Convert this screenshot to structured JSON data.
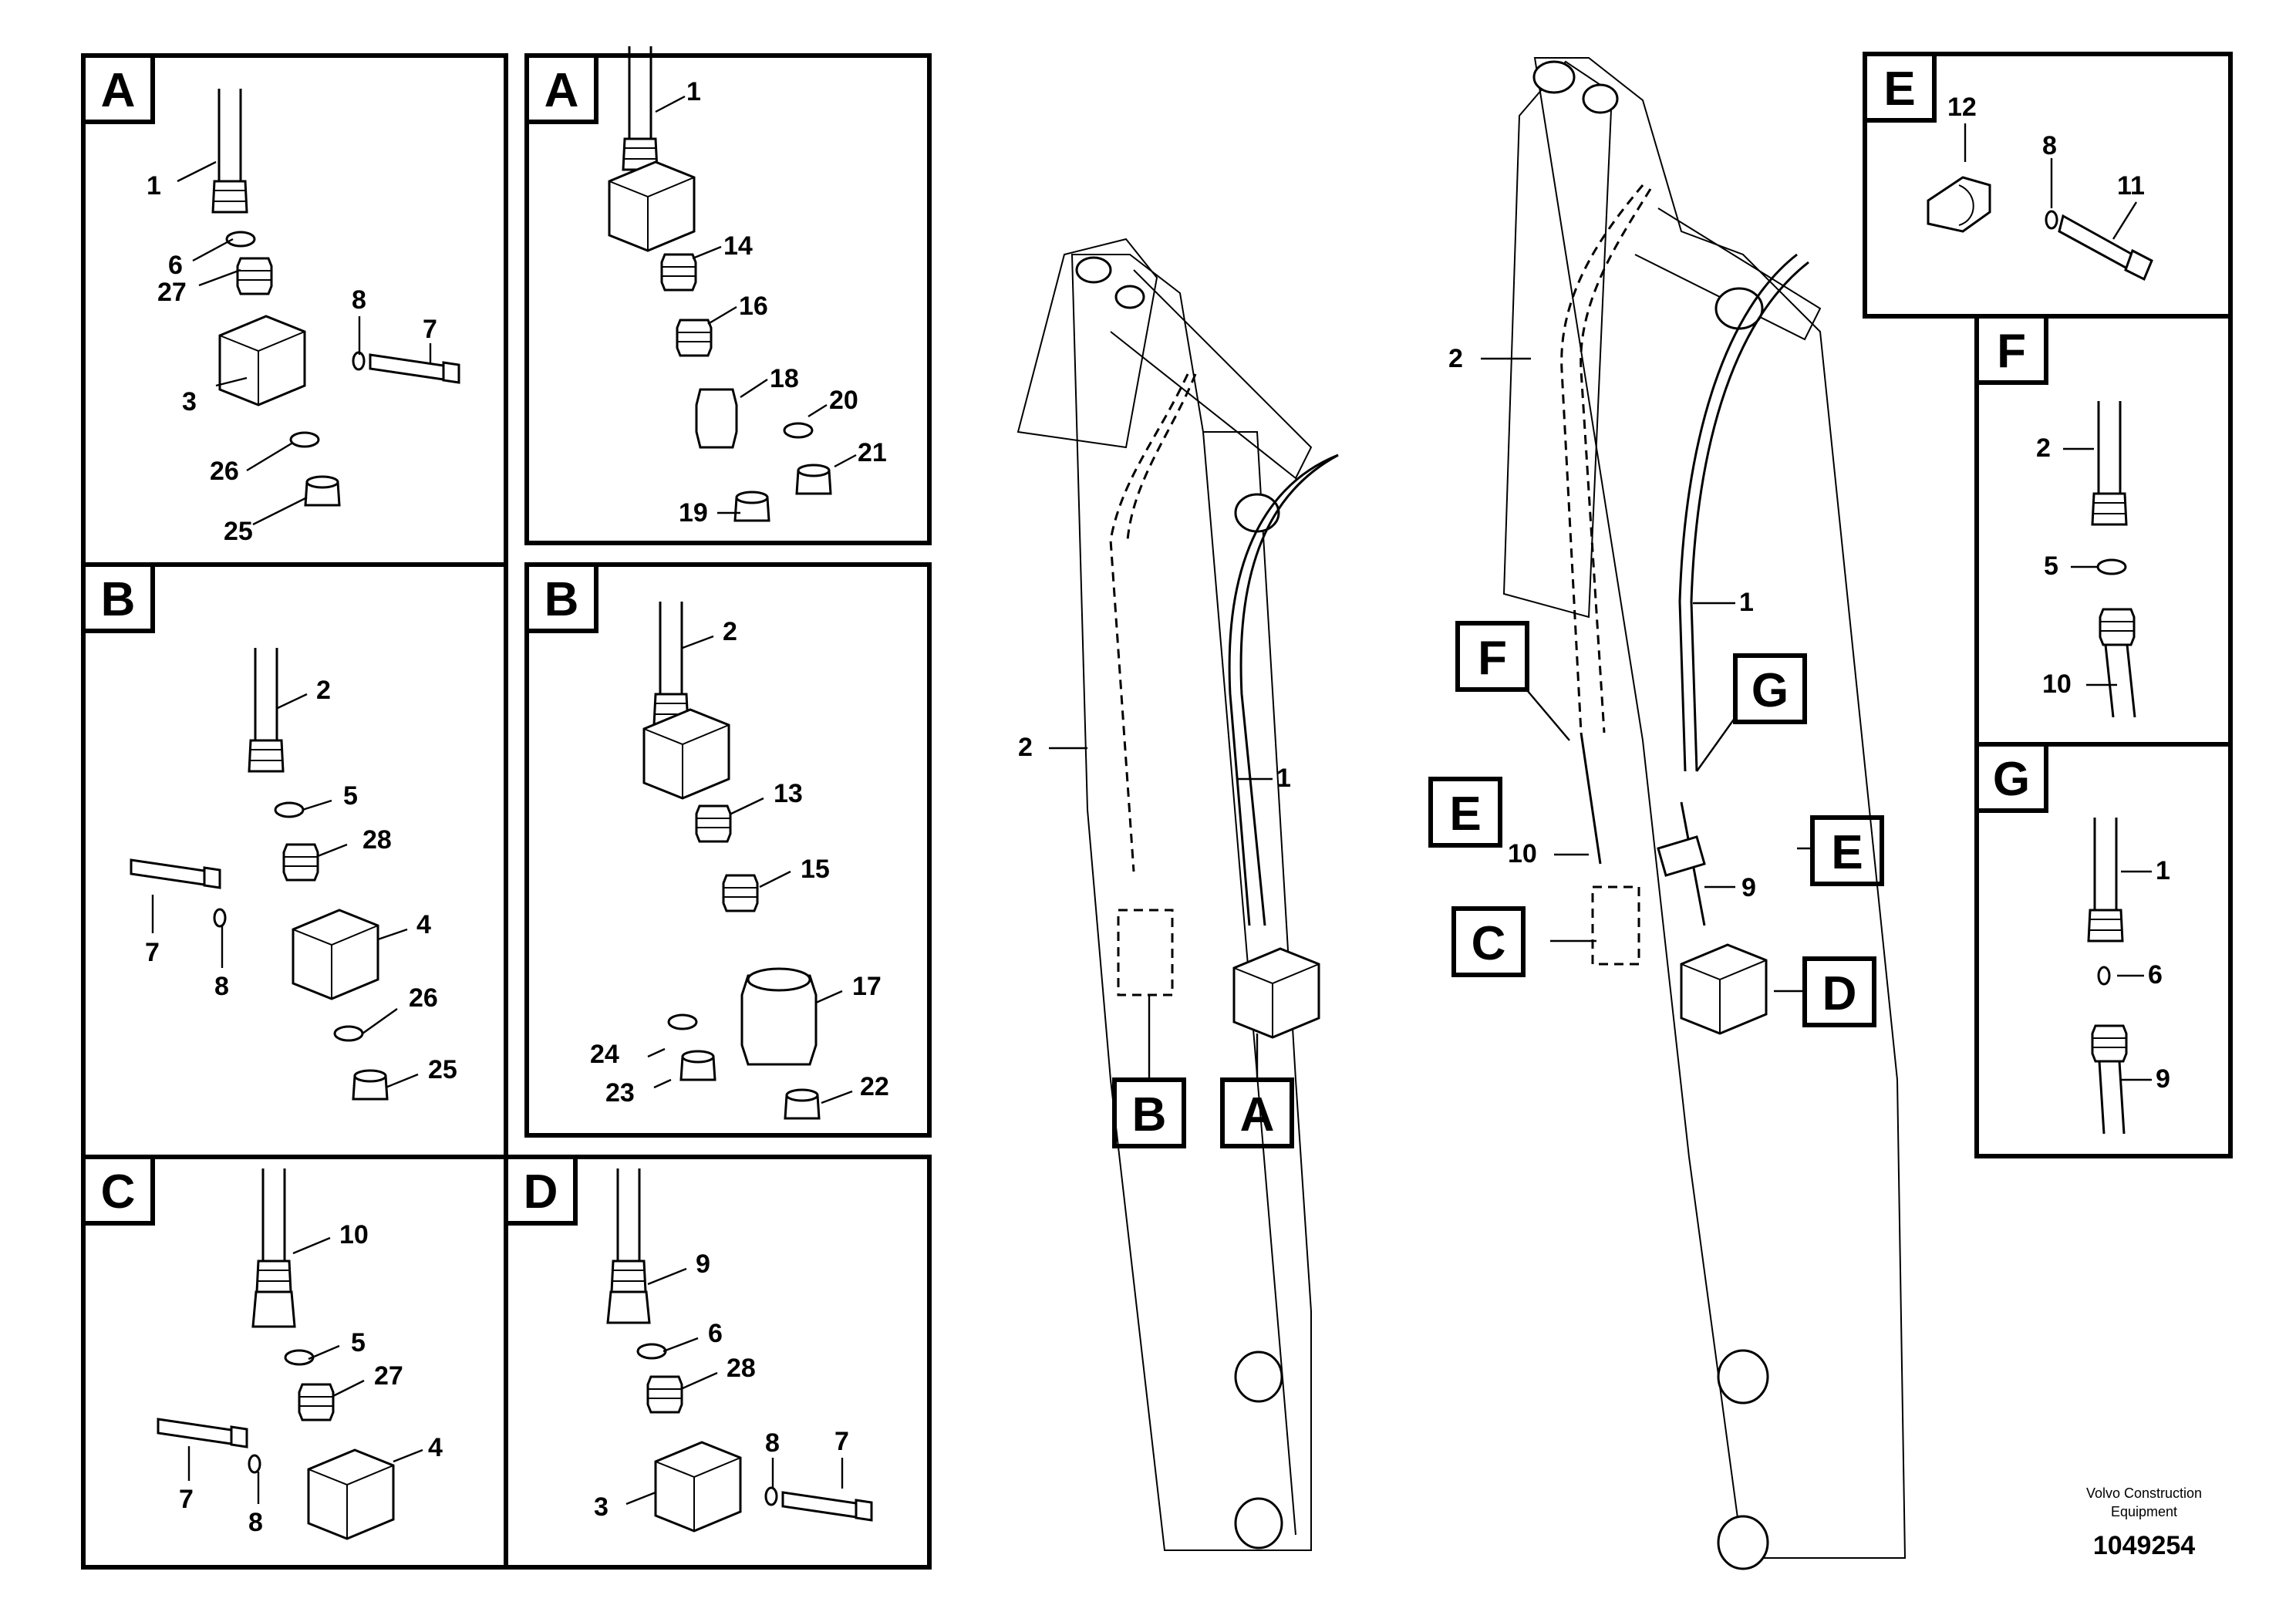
{
  "panels": {
    "a1": {
      "tag": "A",
      "parts": [
        "1",
        "6",
        "27",
        "8",
        "7",
        "3",
        "26",
        "25"
      ]
    },
    "a2": {
      "tag": "A",
      "parts": [
        "1",
        "14",
        "16",
        "18",
        "20",
        "21",
        "19"
      ]
    },
    "b1": {
      "tag": "B",
      "parts": [
        "2",
        "5",
        "28",
        "4",
        "7",
        "8",
        "26",
        "25"
      ]
    },
    "b2": {
      "tag": "B",
      "parts": [
        "2",
        "13",
        "15",
        "17",
        "24",
        "23",
        "22"
      ]
    },
    "c": {
      "tag": "C",
      "parts": [
        "10",
        "5",
        "27",
        "4",
        "7",
        "8"
      ]
    },
    "d": {
      "tag": "D",
      "parts": [
        "9",
        "6",
        "28",
        "8",
        "7",
        "3"
      ]
    },
    "e": {
      "tag": "E",
      "parts": [
        "12",
        "8",
        "11"
      ]
    },
    "f": {
      "tag": "F",
      "parts": [
        "2",
        "5",
        "10"
      ]
    },
    "g": {
      "tag": "G",
      "parts": [
        "1",
        "6",
        "9"
      ]
    }
  },
  "boom_left": {
    "hose_labels": [
      "2",
      "1"
    ],
    "callouts": [
      "B",
      "A"
    ]
  },
  "boom_right": {
    "hose_labels": [
      "2",
      "1",
      "10",
      "9"
    ],
    "callouts": [
      "F",
      "G",
      "E",
      "E",
      "C",
      "D"
    ]
  },
  "footer": {
    "company_line1": "Volvo Construction",
    "company_line2": "Equipment",
    "drawing_number": "1049254"
  }
}
